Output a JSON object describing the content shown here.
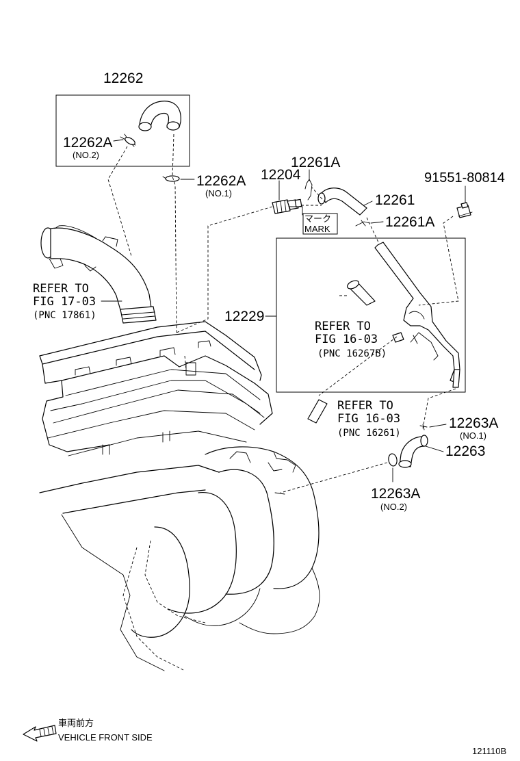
{
  "labels": {
    "p12262": "12262",
    "p12262a_no2": "12262A",
    "no2_a": "(NO.2)",
    "p12262a_no1": "12262A",
    "no1_a": "(NO.1)",
    "p12261a_top": "12261A",
    "p12204": "12204",
    "p91551": "91551-80814",
    "p12261": "12261",
    "p12261a_mid": "12261A",
    "mark_jp": "マーク",
    "mark_en": "MARK",
    "p12229": "12229",
    "p12263a_no1": "12263A",
    "no1_b": "(NO.1)",
    "p12263": "12263",
    "p12263a_no2": "12263A",
    "no2_b": "(NO.2)"
  },
  "refs": [
    {
      "l1": "REFER TO",
      "l2": "FIG 17-03",
      "l3": "(PNC 17861)"
    },
    {
      "l1": "REFER TO",
      "l2": "FIG 16-03",
      "l3": "(PNC 16267B)"
    },
    {
      "l1": "REFER TO",
      "l2": "FIG 16-03",
      "l3": "(PNC 16261)"
    }
  ],
  "footer": {
    "front_jp": "車両前方",
    "front_en": "VEHICLE FRONT SIDE",
    "fig_code": "121110B"
  }
}
